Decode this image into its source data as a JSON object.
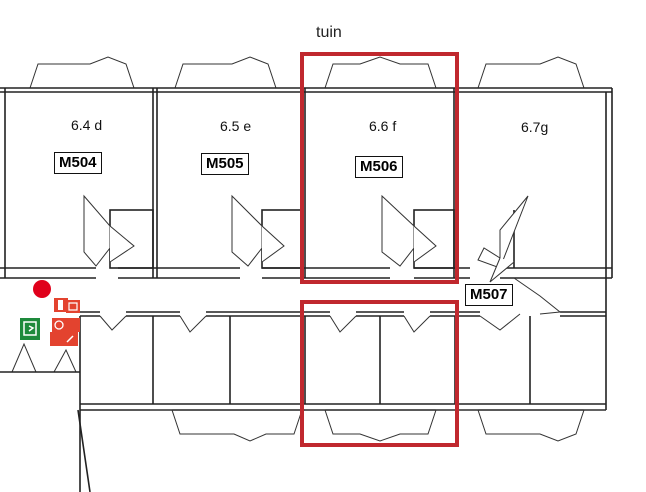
{
  "labels": {
    "garden": "tuin",
    "rooms": [
      {
        "code": "M504",
        "number": "6.4 d"
      },
      {
        "code": "M505",
        "number": "6.5 e"
      },
      {
        "code": "M506",
        "number": "6.6 f"
      },
      {
        "code": "M507",
        "number": "6.7g"
      }
    ]
  },
  "colors": {
    "highlight": "#c0282e",
    "fire_icon": "#e3432f",
    "exit_icon": "#1e8a3c",
    "marker": "#e0001b"
  },
  "icons": [
    "fire-extinguisher-icon",
    "fire-hose-icon",
    "emergency-exit-icon",
    "location-marker-icon"
  ]
}
